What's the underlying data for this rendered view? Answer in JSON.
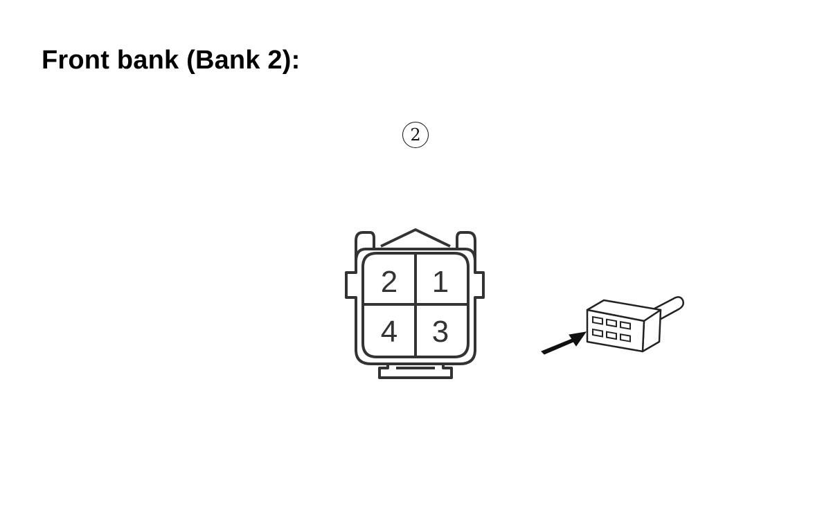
{
  "title": "Front bank (Bank 2):",
  "marker": "2",
  "connector": {
    "pins": [
      {
        "label": "2"
      },
      {
        "label": "1"
      },
      {
        "label": "4"
      },
      {
        "label": "3"
      }
    ]
  },
  "colors": {
    "line": "#333333",
    "text": "#000000",
    "background": "#ffffff"
  }
}
